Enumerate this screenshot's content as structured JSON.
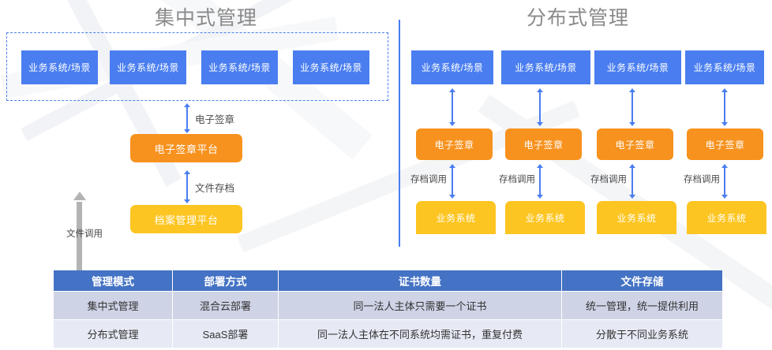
{
  "sections": {
    "left": {
      "title": "集中式管理"
    },
    "right": {
      "title": "分布式管理"
    }
  },
  "colors": {
    "blue": "#4a7ef0",
    "orange": "#f7921e",
    "yellow": "#fdc521",
    "table_header": "#4472c4",
    "table_row1": "#ced3e6",
    "table_row2": "#e7eaf4",
    "title_gray": "#8a8a8a",
    "gray_arrow": "#b3b3b3"
  },
  "centralized": {
    "business_boxes": [
      {
        "label": "业务系统/场景"
      },
      {
        "label": "业务系统/场景"
      },
      {
        "label": "业务系统/场景"
      },
      {
        "label": "业务系统/场景"
      }
    ],
    "arrow_top_label": "电子签章",
    "platform_sign": "电子签章平台",
    "arrow_mid_label": "文件存档",
    "platform_archive": "档案管理平台",
    "gray_arrow_label": "文件调用"
  },
  "distributed": {
    "columns": [
      {
        "business_scene": "业务系统/场景",
        "sign": "电子签章",
        "arrow_label": "存档调用",
        "business_system": "业务系统"
      },
      {
        "business_scene": "业务系统/场景",
        "sign": "电子签章",
        "arrow_label": "存档调用",
        "business_system": "业务系统"
      },
      {
        "business_scene": "业务系统/场景",
        "sign": "电子签章",
        "arrow_label": "存档调用",
        "business_system": "业务系统"
      },
      {
        "business_scene": "业务系统/场景",
        "sign": "电子签章",
        "arrow_label": "存档调用",
        "business_system": "业务系统"
      }
    ]
  },
  "table": {
    "headers": [
      "管理模式",
      "部署方式",
      "证书数量",
      "文件存储"
    ],
    "rows": [
      [
        "集中式管理",
        "混合云部署",
        "同一法人主体只需要一个证书",
        "统一管理，统一提供利用"
      ],
      [
        "分布式管理",
        "SaaS部署",
        "同一法人主体在不同系统均需证书，重复付费",
        "分散于不同业务系统"
      ]
    ]
  }
}
